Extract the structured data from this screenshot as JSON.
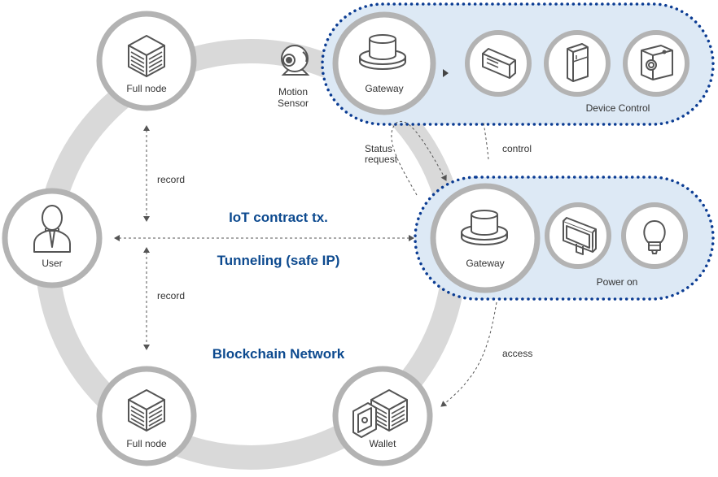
{
  "colors": {
    "ring": "#d9d9d9",
    "node_border": "#b3b3b3",
    "zone_fill": "#dde9f5",
    "zone_dots": "#0b3c93",
    "accent_text": "#0d4a8f",
    "line": "#555555"
  },
  "nodes": {
    "full_node_top": {
      "label": "Full node",
      "icon": "server-cube-icon"
    },
    "full_node_bottom": {
      "label": "Full node",
      "icon": "server-cube-icon"
    },
    "user": {
      "label": "User",
      "icon": "user-silhouette-icon"
    },
    "wallet": {
      "label": "Wallet",
      "icon": "wallet-cube-icon"
    },
    "gateway_top": {
      "label": "Gateway",
      "icon": "gateway-icon"
    },
    "gateway_bottom": {
      "label": "Gateway",
      "icon": "gateway-icon"
    },
    "motion_sensor": {
      "label_line1": "Motion",
      "label_line2": "Sensor",
      "icon": "camera-sensor-icon"
    }
  },
  "devices": {
    "speaker": {
      "icon": "speaker-bar-icon"
    },
    "fridge": {
      "icon": "refrigerator-icon"
    },
    "washer": {
      "icon": "washing-machine-icon"
    },
    "monitor": {
      "icon": "monitor-icon"
    },
    "bulb": {
      "icon": "light-bulb-icon"
    }
  },
  "zones": {
    "device_control": "Device Control",
    "power_on": "Power on"
  },
  "edges": {
    "record_top": "record",
    "record_bottom": "record",
    "status_request_line1": "Status",
    "status_request_line2": "request",
    "control": "control",
    "access": "access"
  },
  "headlines": {
    "iot_contract": "IoT contract tx.",
    "tunneling": "Tunneling (safe IP)",
    "blockchain": "Blockchain Network"
  }
}
